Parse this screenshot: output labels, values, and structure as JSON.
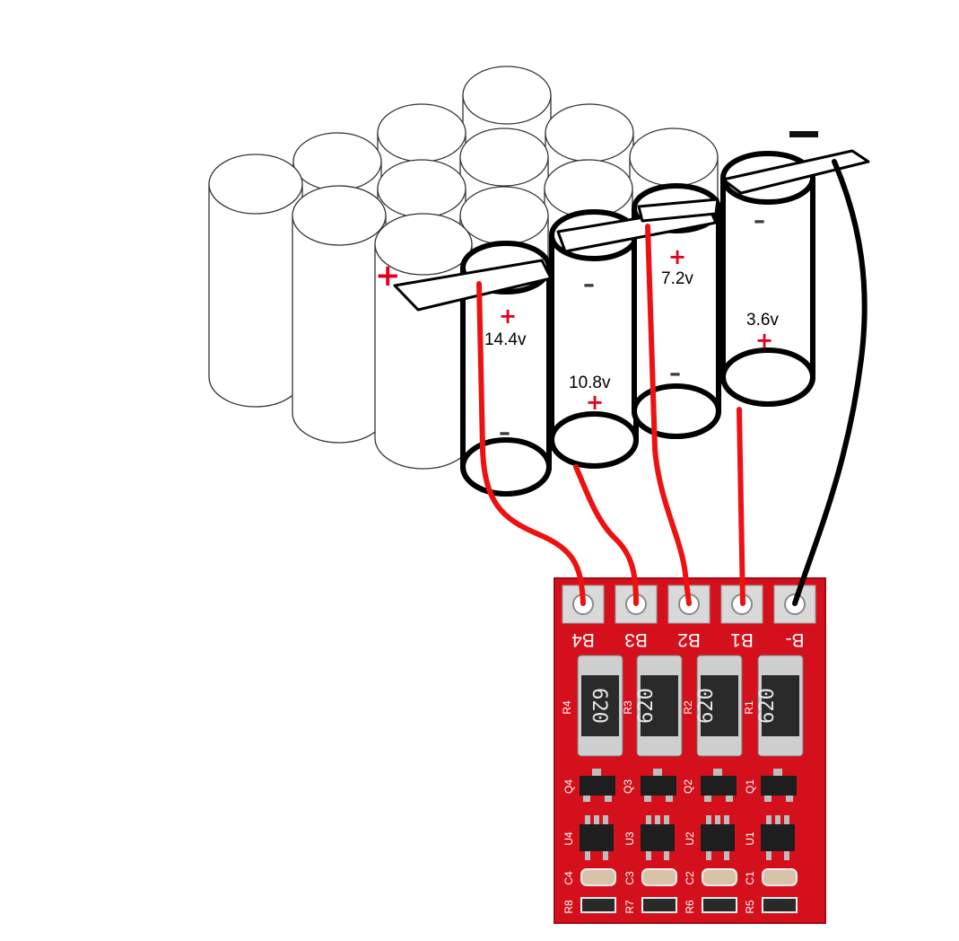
{
  "cells": {
    "voltages": [
      "14.4v",
      "10.8v",
      "7.2v",
      "3.6v"
    ],
    "plus_sign": "+",
    "minus_sign": "–"
  },
  "colors": {
    "board_red": "#d4101c",
    "wire_red": "#ee1111",
    "wire_black": "#000000",
    "pad_silver": "#d9d9d9"
  },
  "board": {
    "pins": [
      "B4",
      "B3",
      "B2",
      "B1",
      "B-"
    ],
    "resistors": [
      {
        "ref": "R4",
        "code": "620"
      },
      {
        "ref": "R3",
        "code": "620"
      },
      {
        "ref": "R2",
        "code": "620"
      },
      {
        "ref": "R1",
        "code": "620"
      }
    ],
    "transistors": [
      "Q4",
      "Q3",
      "Q2",
      "Q1"
    ],
    "ics": [
      "U4",
      "U3",
      "U2",
      "U1"
    ],
    "capacitors": [
      "C4",
      "C3",
      "C2",
      "C1"
    ],
    "small_resistors": [
      "R8",
      "R7",
      "R6",
      "R5"
    ]
  }
}
